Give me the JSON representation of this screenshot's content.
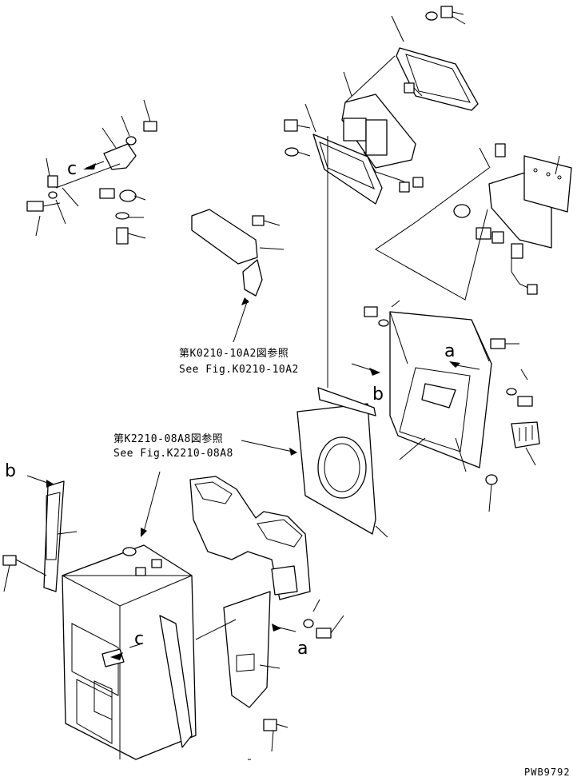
{
  "references": [
    {
      "id": "ref1",
      "line1": "第K0210-10A2図参照",
      "line2": "See Fig.K0210-10A2"
    },
    {
      "id": "ref2",
      "line1": "第K2210-08A8図参照",
      "line2": "See Fig.K2210-08A8"
    }
  ],
  "letters": {
    "c_top": "c",
    "a_right": "a",
    "b_right": "b",
    "b_left": "b",
    "c_bottom": "c",
    "a_bottom": "a"
  },
  "drawing_code": "PWB9792",
  "colors": {
    "ink": "#000000",
    "paper": "#ffffff"
  }
}
